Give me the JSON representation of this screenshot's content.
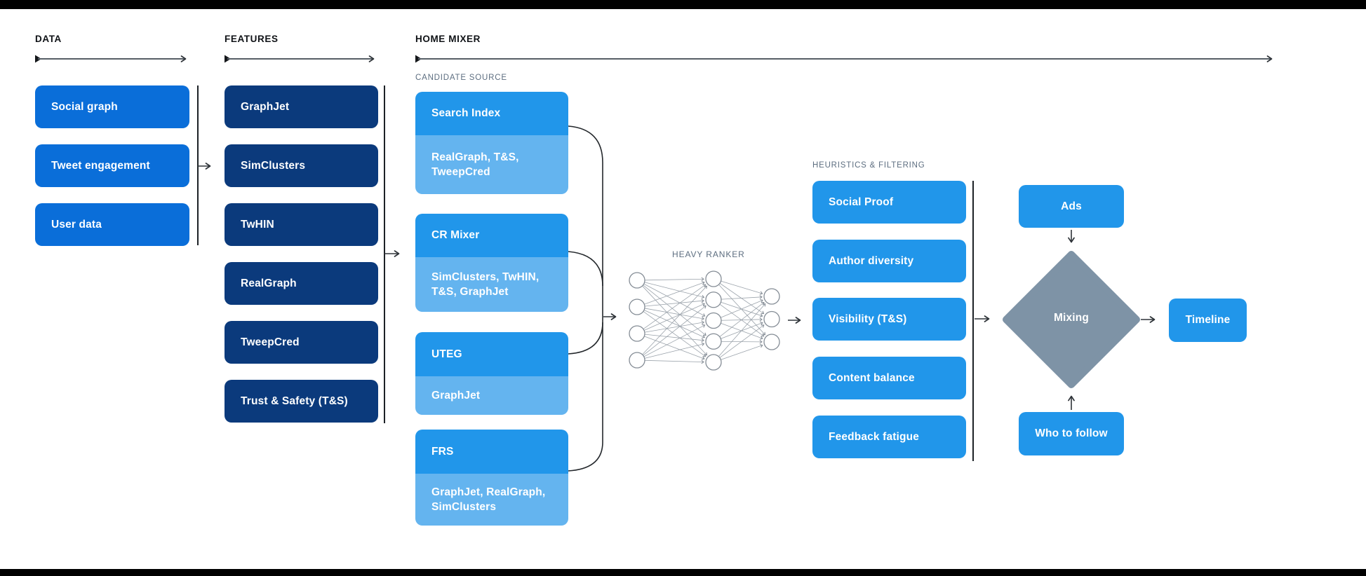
{
  "colors": {
    "primary_blue": "#0a6ed9",
    "navy_blue": "#0b3a7c",
    "bright_blue": "#2196ea",
    "light_blue": "#64b4ef",
    "mixer_gray": "#7e93a6",
    "frame_black": "#000000",
    "subheader_gray": "#5d6e80"
  },
  "headers": {
    "data": "DATA",
    "features": "FEATURES",
    "home_mixer": "HOME MIXER"
  },
  "data_column": {
    "items": [
      "Social graph",
      "Tweet engagement",
      "User data"
    ]
  },
  "features_column": {
    "items": [
      "GraphJet",
      "SimClusters",
      "TwHIN",
      "RealGraph",
      "TweepCred",
      "Trust & Safety (T&S)"
    ]
  },
  "home_mixer": {
    "candidate_source": {
      "label": "CANDIDATE SOURCE",
      "sources": [
        {
          "name": "Search Index",
          "inputs": "RealGraph, T&S, TweepCred"
        },
        {
          "name": "CR Mixer",
          "inputs": "SimClusters, TwHIN, T&S, GraphJet"
        },
        {
          "name": "UTEG",
          "inputs": "GraphJet"
        },
        {
          "name": "FRS",
          "inputs": "GraphJet, RealGraph, SimClusters"
        }
      ]
    },
    "heavy_ranker": {
      "label": "HEAVY RANKER",
      "layers": [
        4,
        5,
        3
      ]
    },
    "heuristics": {
      "label": "HEURISTICS & FILTERING",
      "items": [
        "Social Proof",
        "Author diversity",
        "Visibility (T&S)",
        "Content balance",
        "Feedback fatigue"
      ]
    },
    "mixing": {
      "ads": "Ads",
      "label": "Mixing",
      "who_to_follow": "Who to follow"
    },
    "timeline": "Timeline"
  }
}
